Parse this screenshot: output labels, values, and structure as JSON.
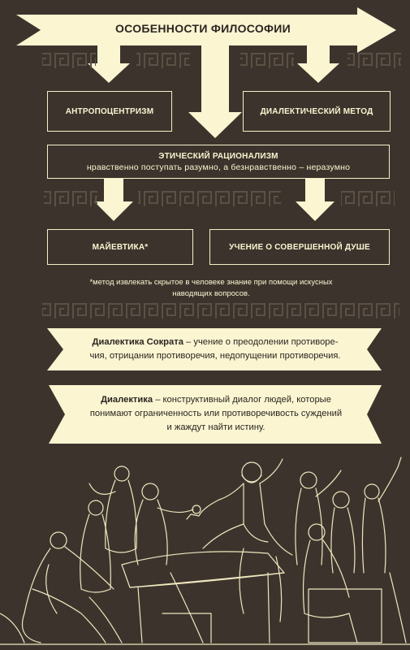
{
  "header": {
    "title": "ОСОБЕННОСТИ ФИЛОСОФИИ"
  },
  "boxes": {
    "anthropocentrism": "АНТРОПОЦЕНТРИЗМ",
    "dialectical_method": "ДИАЛЕКТИЧЕСКИЙ МЕТОД",
    "ethical_rationalism_title": "ЭТИЧЕСКИЙ РАЦИОНАЛИЗМ",
    "ethical_rationalism_text": "нравственно поступать разумно, а безнравственно – неразумно",
    "maieutics": "МАЙЕВТИКА*",
    "perfect_soul": "УЧЕНИЕ О СОВЕРШЕННОЙ ДУШЕ"
  },
  "footnote": {
    "line1": "*метод извлекать скрытое в человеке знание при помощи искусных",
    "line2": "наводящих вопросов."
  },
  "ribbon1": {
    "term": "Диалектика Сократа",
    "line1_rest": " – учение о преодолении противоре-",
    "line2": "чия, отрицании противоречия, недопущении противоречия."
  },
  "ribbon2": {
    "term": "Диалектика",
    "line1_rest": " – конструктивный диалог людей, которые",
    "line2": "понимают ограниченность или противоречивость суждений",
    "line3": "и жаждут найти истину."
  },
  "colors": {
    "background": "#3c342c",
    "cream": "#fbf5d2",
    "dark_text": "#2b2520"
  }
}
